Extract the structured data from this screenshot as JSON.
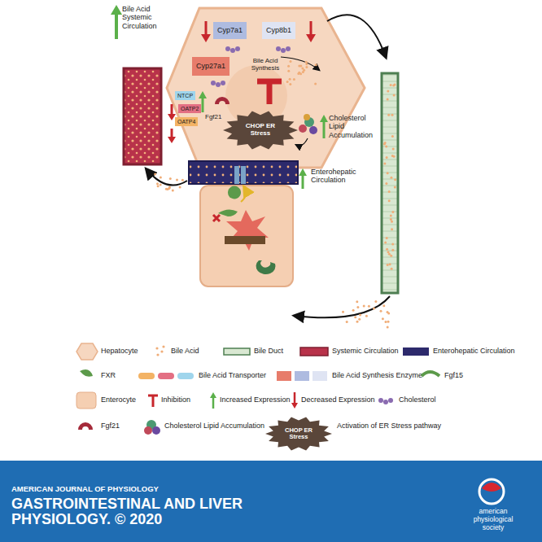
{
  "diagram": {
    "nodes": [
      {
        "text": [
          "Cyp7a1"
        ]
      },
      {
        "text": [
          "Cyp8b1"
        ]
      },
      {
        "text": [
          "Cyp27a1"
        ]
      },
      {
        "text": [
          "NTCP"
        ]
      },
      {
        "text": [
          "OATP2"
        ]
      },
      {
        "text": [
          "OATP4"
        ]
      },
      {
        "text": [
          "CHOP ER Stress"
        ]
      },
      {
        "text": [
          "CHOP ER Stress"
        ]
      }
    ],
    "labels": [
      "Bile Acid Systemic Circulation",
      "Bile Acid Synthesis",
      "Fgf21",
      "Cholesterol Lipid Accumulation",
      "Enterohepatic Circulation",
      "AMERICAN JOURNAL OF PHYSIOLOGY",
      "GASTROINTESTINAL AND LIVER PHYSIOLOGY. © 2020",
      "american physiological society"
    ],
    "legend": [
      {
        "text": "Hepatocyte"
      },
      {
        "text": "Bile Acid"
      },
      {
        "text": "Bile Duct"
      },
      {
        "text": "Systemic Circulation"
      },
      {
        "text": "Enterohepatic Circulation"
      },
      {
        "text": "FXR"
      },
      {
        "text": "Bile Acid Transporter"
      },
      {
        "text": "Bile Acid Synthesis Enzyme"
      },
      {
        "text": "Fgf15"
      },
      {
        "text": "Enterocyte"
      },
      {
        "text": "Inhibition"
      },
      {
        "text": "Increased Expression"
      },
      {
        "text": "Decreased Expression"
      },
      {
        "text": "Cholesterol"
      },
      {
        "text": "Fgf21"
      },
      {
        "text": "Cholesterol Lipid Accumulation"
      },
      {
        "text": "Activation of ER Stress pathway"
      }
    ]
  }
}
